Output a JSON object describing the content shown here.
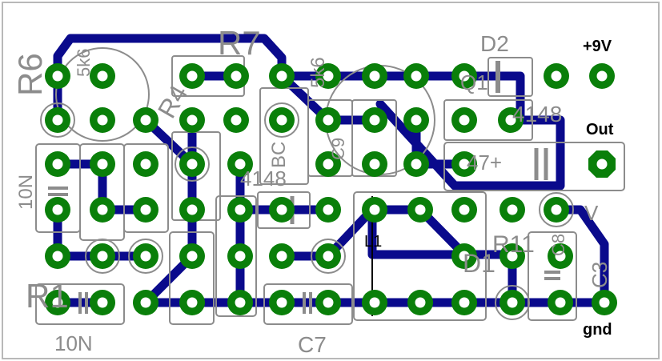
{
  "colors": {
    "board": "#ffffff",
    "frame": "#b8b8b8",
    "trace": "#0a0a8c",
    "pad": "#0a7f0a",
    "hole": "#ffffff",
    "silk": "#8c8c8c",
    "net_label": "#000000"
  },
  "connector_labels": {
    "vcc": "+9V",
    "out": "Out",
    "gnd": "gnd"
  },
  "inductor_label": "L1",
  "silk": {
    "r6": "R6",
    "r7": "R7",
    "r1": "R1",
    "d2": "D2",
    "c7": "C7",
    "c3": "C3",
    "n10_left": "10N",
    "n10_bottom": "10N",
    "d4148_right": "4148",
    "d4148_mid": "4148",
    "k5_left": "5k6",
    "k5_mid": "5k6",
    "q1": "Q1",
    "c8": "C8",
    "c9": "C9",
    "r4": "R4",
    "d1": "D1",
    "r11": "R11",
    "bc": "BC",
    "cap47": "47+",
    "v9": "V"
  }
}
